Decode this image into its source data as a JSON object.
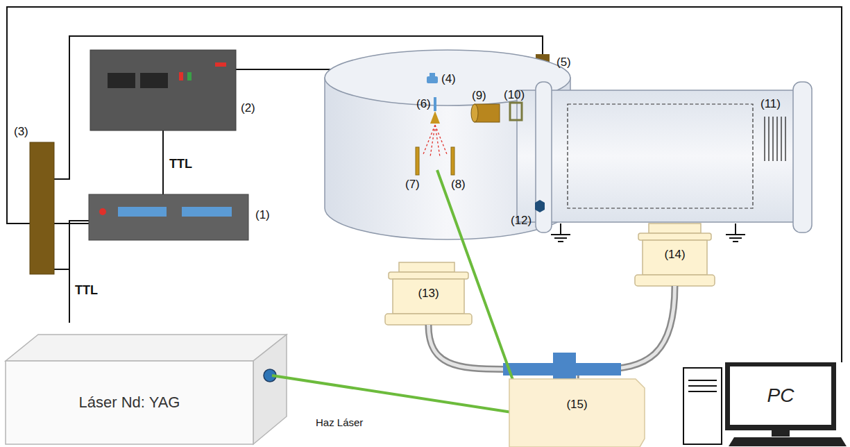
{
  "diagram": {
    "nodes": [
      {
        "text": [
          "Láser Nd: YAG"
        ]
      },
      {
        "text": [
          "PC"
        ]
      },
      {
        "text": [
          "(13)"
        ]
      },
      {
        "text": [
          "(14)"
        ]
      },
      {
        "text": [
          "(15)"
        ]
      }
    ],
    "edges": [
      {
        "from": 2,
        "to": 4,
        "arrow": "none"
      },
      {
        "from": 3,
        "to": 4,
        "arrow": "none"
      }
    ],
    "labels": [
      "(4)",
      "(5)",
      "(2)",
      "(3)",
      "(1)",
      "(6)",
      "(9)",
      "(10)",
      "(11)",
      "(7)",
      "(8)",
      "(12)",
      "TTL",
      "TTL",
      "Haz Láser"
    ]
  }
}
